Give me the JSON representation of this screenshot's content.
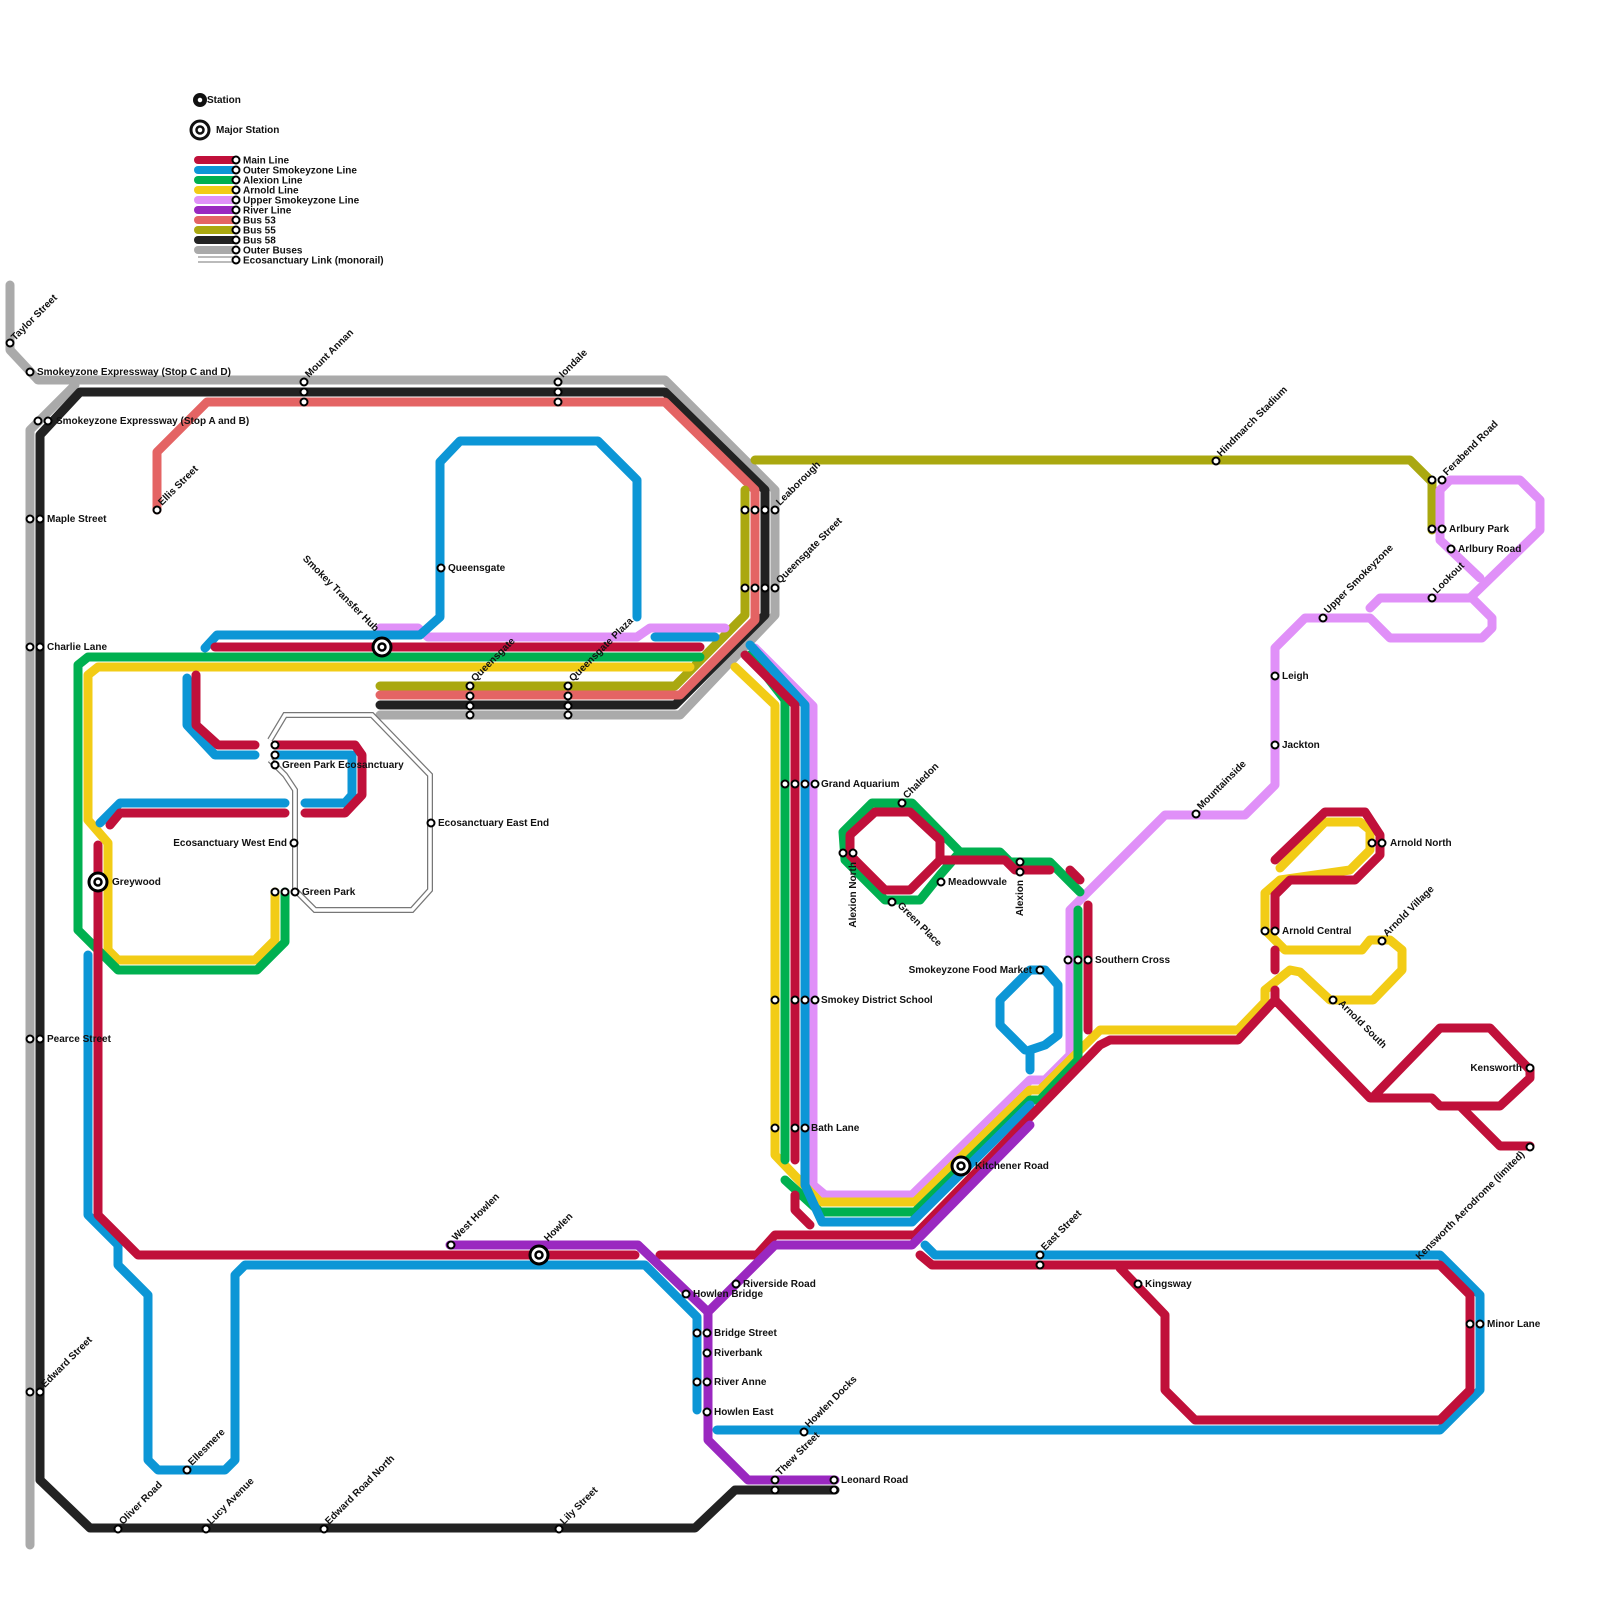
{
  "legend": {
    "station_label": "Station",
    "major_station_label": "Major Station"
  },
  "lines": [
    {
      "name": "Main Line",
      "color": "#c0103a"
    },
    {
      "name": "Outer Smokeyzone Line",
      "color": "#0c96d6"
    },
    {
      "name": "Alexion Line",
      "color": "#00b050"
    },
    {
      "name": "Arnold Line",
      "color": "#f2cc16"
    },
    {
      "name": "Upper Smokeyzone Line",
      "color": "#e090f8"
    },
    {
      "name": "River Line",
      "color": "#9a28c0"
    },
    {
      "name": "Bus 53",
      "color": "#e46464"
    },
    {
      "name": "Bus 55",
      "color": "#aaa810"
    },
    {
      "name": "Bus 58",
      "color": "#222222"
    },
    {
      "name": "Outer Buses",
      "color": "#aaaaaa"
    },
    {
      "name": "Ecosanctuary Link (monorail)",
      "color": "#777777"
    }
  ],
  "stations": [
    {
      "name": "Taylor Street"
    },
    {
      "name": "Smokeyzone Expressway (Stop C and D)"
    },
    {
      "name": "Smokeyzone Expressway (Stop A and B)"
    },
    {
      "name": "Maple Street"
    },
    {
      "name": "Charlie Lane"
    },
    {
      "name": "Pearce Street"
    },
    {
      "name": "Edward Street"
    },
    {
      "name": "Ellis Street"
    },
    {
      "name": "Mount Annan"
    },
    {
      "name": "Iondale"
    },
    {
      "name": "Leaborough"
    },
    {
      "name": "Queensgate Street"
    },
    {
      "name": "Queensgate"
    },
    {
      "name": "Smokey Transfer Hub",
      "major": true
    },
    {
      "name": "Queensgate"
    },
    {
      "name": "Queensgate Plaza"
    },
    {
      "name": "Green Park Ecosanctuary"
    },
    {
      "name": "Ecosanctuary West End"
    },
    {
      "name": "Ecosanctuary East End"
    },
    {
      "name": "Green Park"
    },
    {
      "name": "Greywood",
      "major": true
    },
    {
      "name": "Grand Aquarium"
    },
    {
      "name": "Smokey District School"
    },
    {
      "name": "Bath Lane"
    },
    {
      "name": "Chaledon"
    },
    {
      "name": "Alexion North"
    },
    {
      "name": "Green Place"
    },
    {
      "name": "Meadowvale"
    },
    {
      "name": "Alexion"
    },
    {
      "name": "Southern Cross"
    },
    {
      "name": "Smokeyzone Food Market"
    },
    {
      "name": "Kitchener Road",
      "major": true
    },
    {
      "name": "East Street"
    },
    {
      "name": "Kingsway"
    },
    {
      "name": "Minor Lane"
    },
    {
      "name": "Kensworth"
    },
    {
      "name": "Kensworth Aerodrome (limited)"
    },
    {
      "name": "Arnold North"
    },
    {
      "name": "Arnold Central"
    },
    {
      "name": "Arnold Village"
    },
    {
      "name": "Arnold South"
    },
    {
      "name": "Mountainside"
    },
    {
      "name": "Jackton"
    },
    {
      "name": "Leigh"
    },
    {
      "name": "Upper Smokeyzone"
    },
    {
      "name": "Lookout"
    },
    {
      "name": "Arlbury Road"
    },
    {
      "name": "Arlbury Park"
    },
    {
      "name": "Ferabend Road"
    },
    {
      "name": "Hindmarch Stadium"
    },
    {
      "name": "West Howlen"
    },
    {
      "name": "Howlen",
      "major": true
    },
    {
      "name": "Howlen Bridge"
    },
    {
      "name": "Riverside Road"
    },
    {
      "name": "Bridge Street"
    },
    {
      "name": "Riverbank"
    },
    {
      "name": "River Anne"
    },
    {
      "name": "Howlen East"
    },
    {
      "name": "Howlen Docks"
    },
    {
      "name": "Thew Street"
    },
    {
      "name": "Leonard Road"
    },
    {
      "name": "Oliver Road"
    },
    {
      "name": "Ellesmere"
    },
    {
      "name": "Lucy Avenue"
    },
    {
      "name": "Edward Road North"
    },
    {
      "name": "Lily Street"
    }
  ]
}
